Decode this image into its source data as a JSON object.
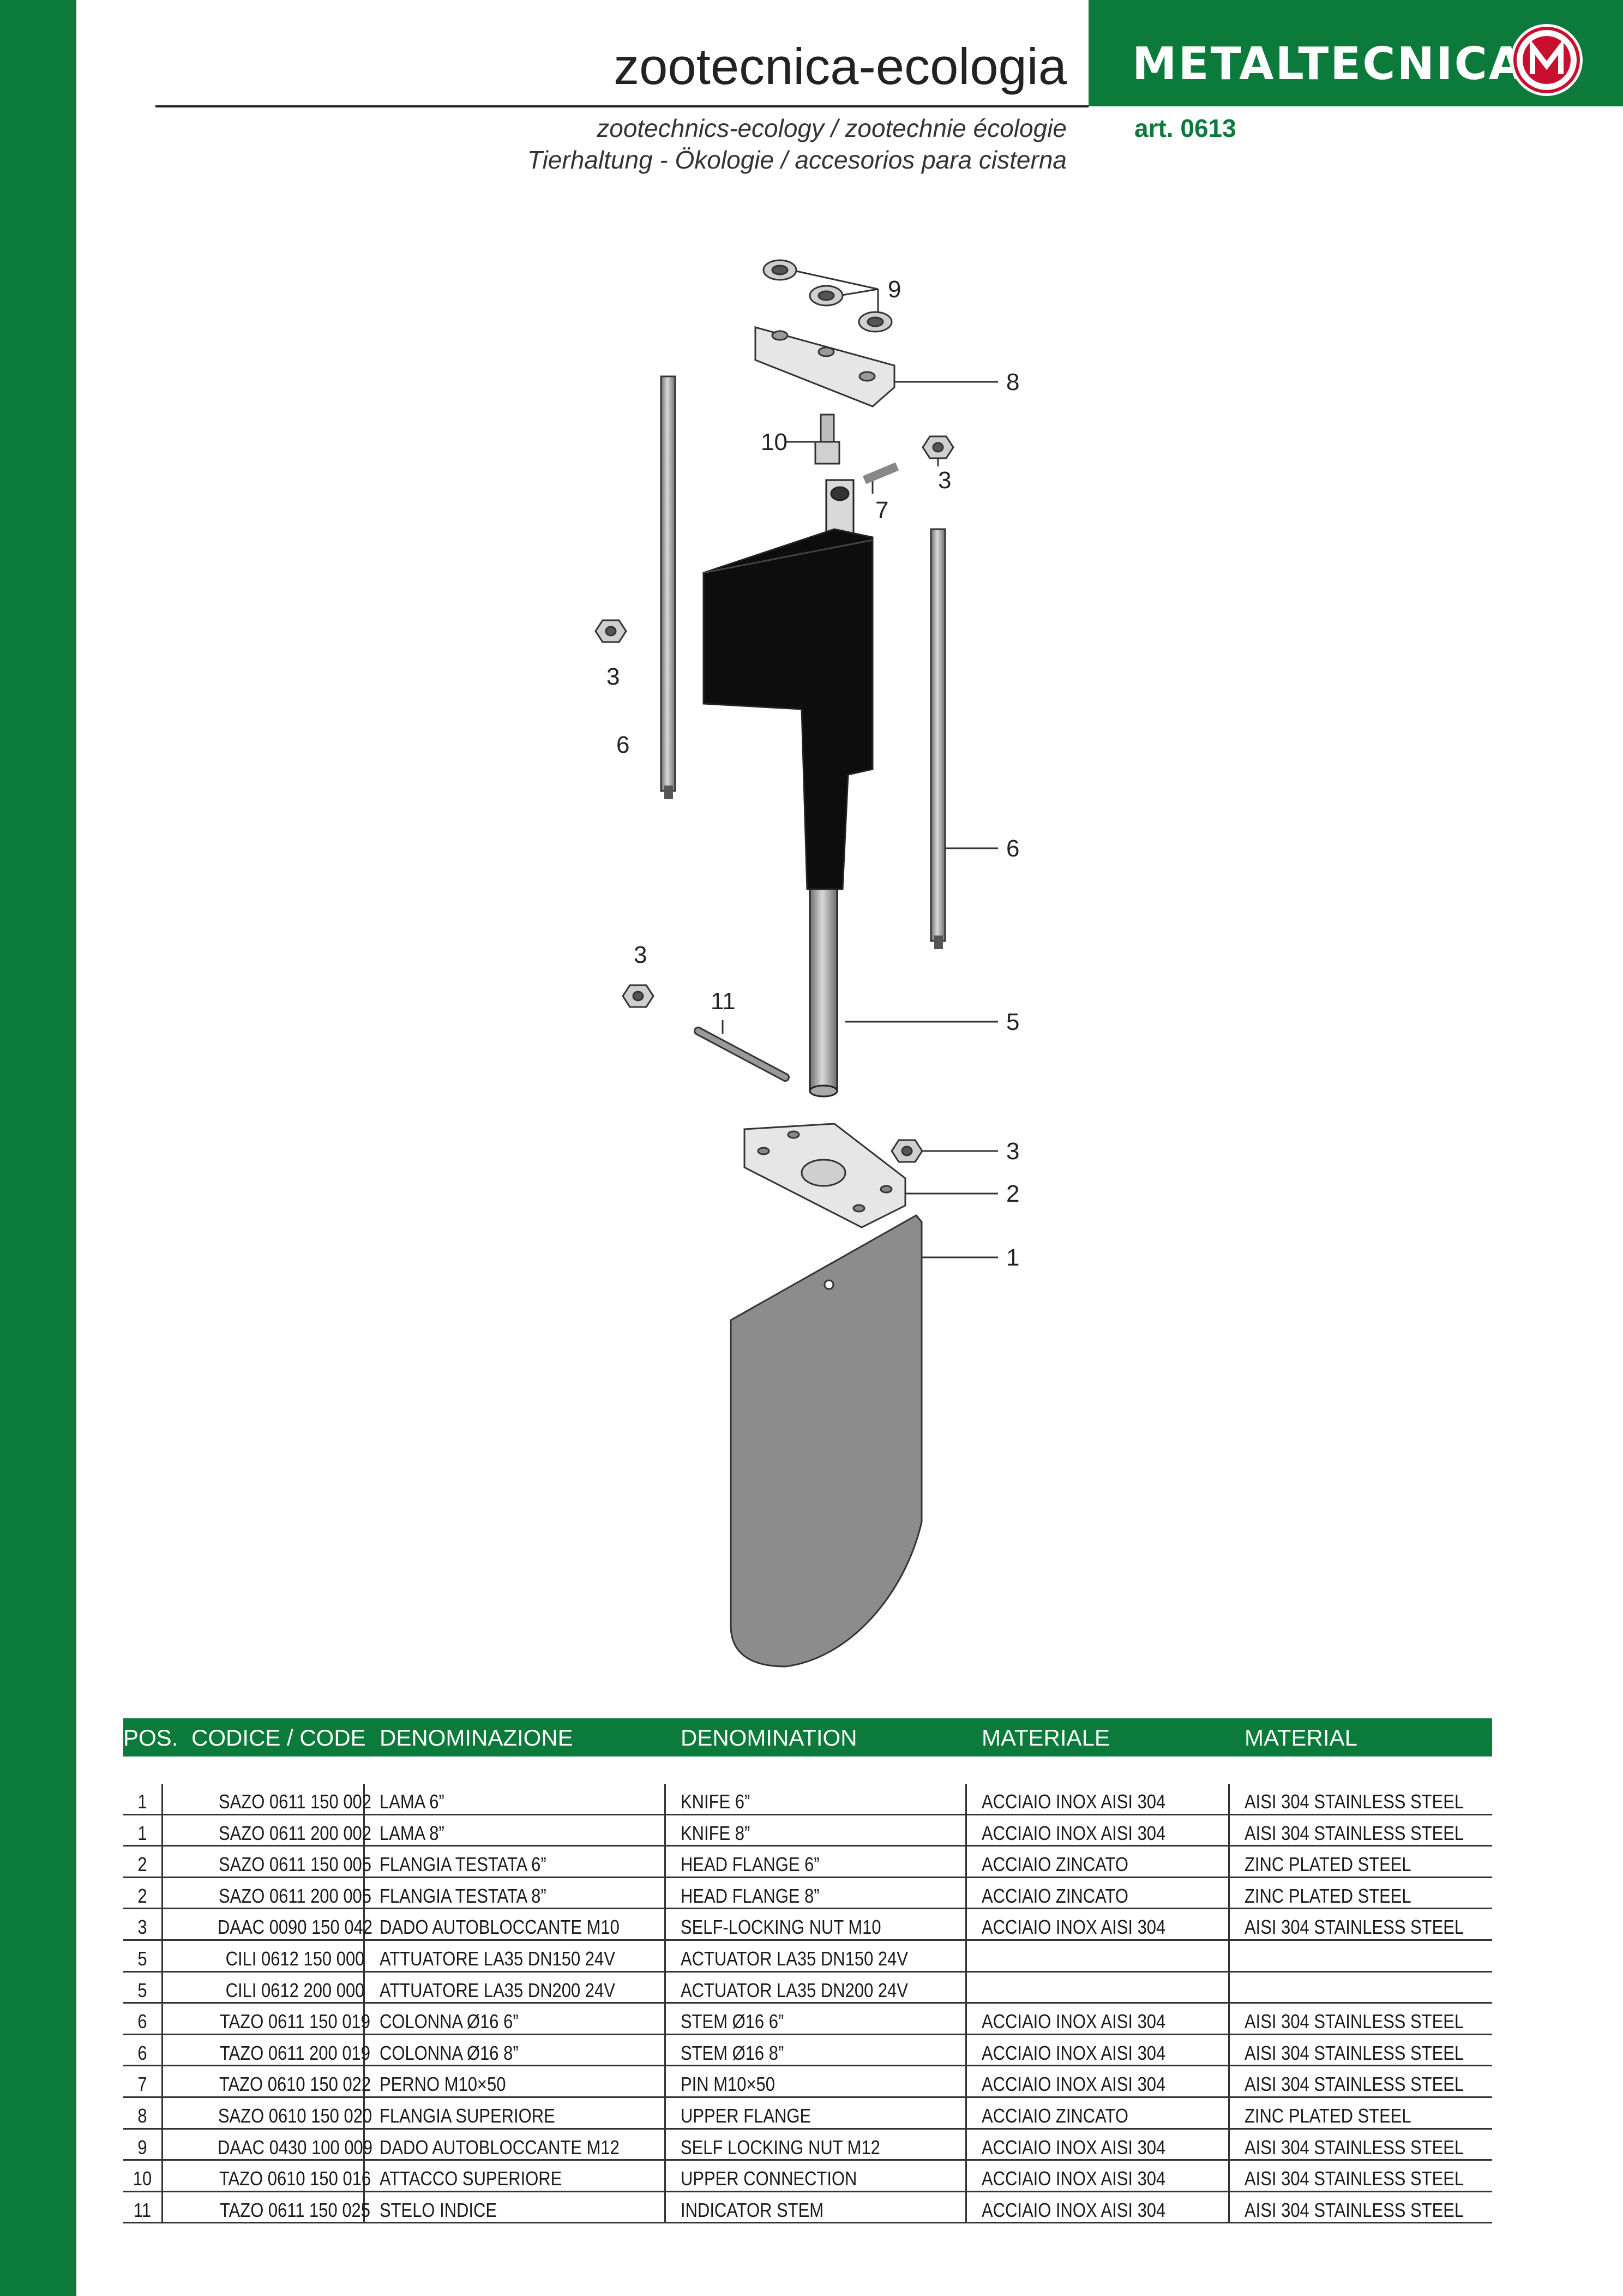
{
  "header": {
    "title": "zootecnica-ecologia",
    "subtitle_line1": "zootechnics-ecology / zootechnie écologie",
    "subtitle_line2": "Tierhaltung - Ökologie / accesorios para cisterna",
    "brand": "METALTECNICA",
    "article": "art. 0613"
  },
  "callouts": [
    "9",
    "8",
    "10",
    "3",
    "7",
    "3",
    "6",
    "6",
    "3",
    "11",
    "5",
    "3",
    "2",
    "1"
  ],
  "table": {
    "headers": [
      "POS.",
      "CODICE / CODE",
      "DENOMINAZIONE",
      "DENOMINATION",
      "MATERIALE",
      "MATERIAL"
    ],
    "rows": [
      [
        "1",
        "SAZO 0611 150 002",
        "LAMA 6”",
        "KNIFE 6”",
        "ACCIAIO INOX AISI 304",
        "AISI 304 STAINLESS STEEL"
      ],
      [
        "1",
        "SAZO 0611 200 002",
        "LAMA 8”",
        "KNIFE 8”",
        "ACCIAIO INOX AISI 304",
        "AISI 304 STAINLESS STEEL"
      ],
      [
        "2",
        "SAZO 0611 150 005",
        "FLANGIA TESTATA 6”",
        "HEAD FLANGE 6”",
        "ACCIAIO ZINCATO",
        "ZINC PLATED STEEL"
      ],
      [
        "2",
        "SAZO 0611 200 005",
        "FLANGIA TESTATA 8”",
        "HEAD FLANGE 8”",
        "ACCIAIO ZINCATO",
        "ZINC PLATED STEEL"
      ],
      [
        "3",
        "DAAC 0090 150 042",
        "DADO AUTOBLOCCANTE M10",
        "SELF-LOCKING NUT M10",
        "ACCIAIO INOX AISI 304",
        "AISI 304 STAINLESS STEEL"
      ],
      [
        "5",
        "CILI 0612 150 000",
        "ATTUATORE LA35 DN150 24V",
        "ACTUATOR LA35 DN150 24V",
        "",
        ""
      ],
      [
        "5",
        "CILI 0612 200 000",
        "ATTUATORE LA35 DN200 24V",
        "ACTUATOR LA35 DN200 24V",
        "",
        ""
      ],
      [
        "6",
        "TAZO 0611 150 019",
        "COLONNA Ø16 6”",
        "STEM Ø16 6”",
        "ACCIAIO INOX AISI 304",
        "AISI 304 STAINLESS STEEL"
      ],
      [
        "6",
        "TAZO 0611 200 019",
        "COLONNA Ø16 8”",
        "STEM Ø16 8”",
        "ACCIAIO INOX AISI 304",
        "AISI 304 STAINLESS STEEL"
      ],
      [
        "7",
        "TAZO 0610 150 022",
        "PERNO M10×50",
        "PIN M10×50",
        "ACCIAIO INOX AISI 304",
        "AISI 304 STAINLESS STEEL"
      ],
      [
        "8",
        "SAZO 0610 150 020",
        "FLANGIA SUPERIORE",
        "UPPER FLANGE",
        "ACCIAIO ZINCATO",
        "ZINC PLATED STEEL"
      ],
      [
        "9",
        "DAAC 0430 100 009",
        "DADO AUTOBLOCCANTE M12",
        "SELF LOCKING NUT M12",
        "ACCIAIO INOX AISI 304",
        "AISI 304 STAINLESS STEEL"
      ],
      [
        "10",
        "TAZO 0610 150 016",
        "ATTACCO SUPERIORE",
        "UPPER CONNECTION",
        "ACCIAIO INOX AISI 304",
        "AISI 304 STAINLESS STEEL"
      ],
      [
        "11",
        "TAZO 0611 150 025",
        "STELO INDICE",
        "INDICATOR STEM",
        "ACCIAIO INOX AISI 304",
        "AISI 304 STAINLESS STEEL"
      ]
    ]
  },
  "colors": {
    "brand_green": "#0b7a3b",
    "blade_gray": "#8c8c8c",
    "actuator_black": "#0d0d0d"
  }
}
